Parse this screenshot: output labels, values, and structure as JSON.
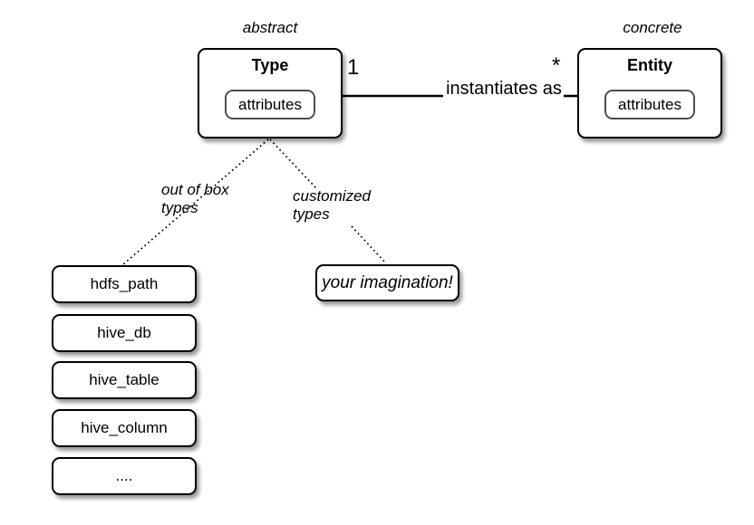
{
  "diagram": {
    "background_color": "#ffffff",
    "stroke_color": "#000000",
    "type_node": {
      "stereotype": "abstract",
      "title": "Type",
      "attributes_label": "attributes"
    },
    "entity_node": {
      "stereotype": "concrete",
      "title": "Entity",
      "attributes_label": "attributes"
    },
    "relation": {
      "label": "instantiates as",
      "source_cardinality": "1",
      "target_cardinality": "*"
    },
    "branches": {
      "left_label": "out of box\ntypes",
      "right_label": "customized\ntypes"
    },
    "out_of_box_types": [
      "hdfs_path",
      "hive_db",
      "hive_table",
      "hive_column",
      "...."
    ],
    "customized_node_label": "your imagination!"
  }
}
